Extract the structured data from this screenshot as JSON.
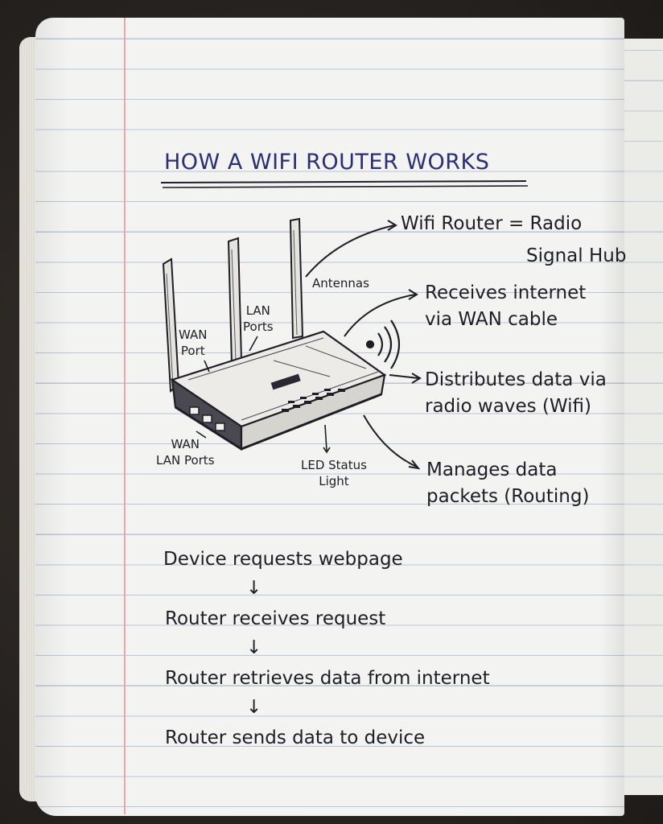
{
  "title": "HOW A WIFI ROUTER WORKS",
  "labels": {
    "antennas": "Antennas",
    "lan_ports_1": "LAN",
    "lan_ports_2": "Ports",
    "wan_port_1": "WAN",
    "wan_port_2": "Port",
    "wan_lan_ports_1": "WAN",
    "wan_lan_ports_2": "LAN Ports",
    "led_status_1": "LED Status",
    "led_status_2": "Light"
  },
  "descriptions": {
    "radio_hub_1": "Wifi Router = Radio",
    "radio_hub_2": "Signal Hub",
    "receives_1": "Receives internet",
    "receives_2": "via WAN cable",
    "distributes_1": "Distributes data via",
    "distributes_2": "radio waves (Wifi)",
    "manages_1": "Manages data",
    "manages_2": "packets (Routing)"
  },
  "steps": [
    "Device requests webpage",
    "Router receives request",
    "Router retrieves data from internet",
    "Router sends data to device"
  ],
  "flow_arrow": "↓",
  "colors": {
    "title_ink": "#2a2f78",
    "ink": "#1f1e26",
    "margin": "#e6a7b0",
    "rule": "#bdc3d6"
  }
}
